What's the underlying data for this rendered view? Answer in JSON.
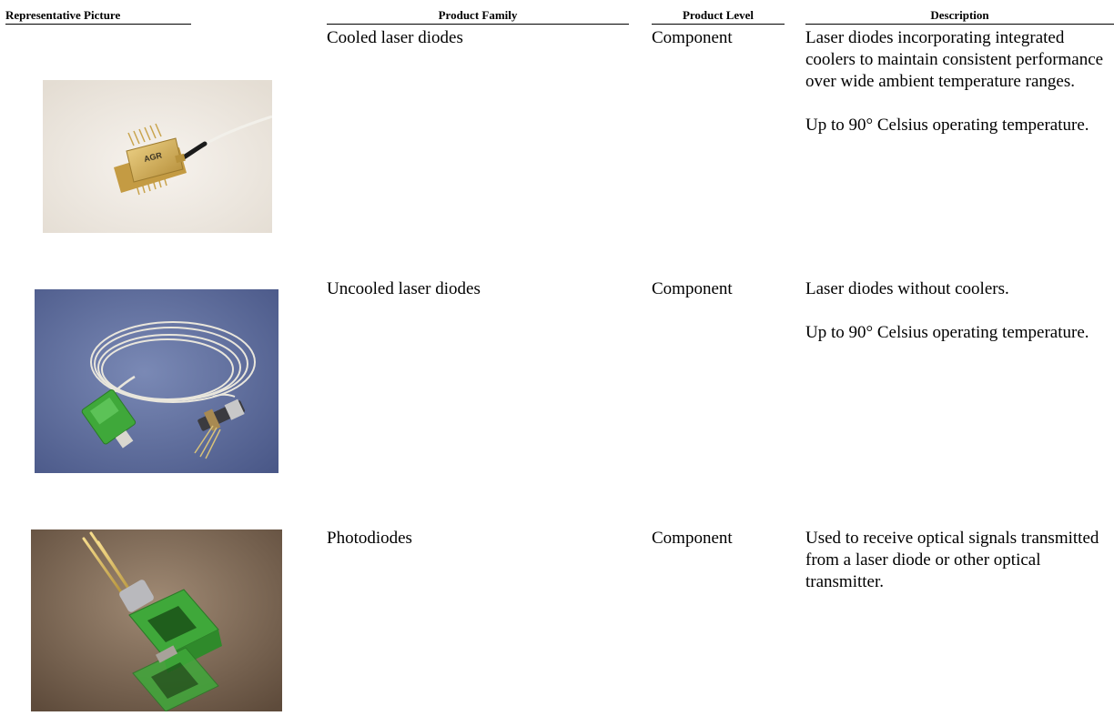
{
  "headers": {
    "picture": "Representative Picture",
    "family": "Product Family",
    "level": "Product Level",
    "description": "Description"
  },
  "rows": [
    {
      "family": "Cooled laser diodes",
      "level": "Component",
      "description": [
        "Laser diodes incorporating integrated coolers to maintain consistent performance over wide ambient temperature ranges.",
        "Up to 90° Celsius operating temperature."
      ],
      "picture_logo": "AGR"
    },
    {
      "family": "Uncooled laser diodes",
      "level": "Component",
      "description": [
        "Laser diodes without coolers.",
        "Up to 90° Celsius operating temperature."
      ]
    },
    {
      "family": "Photodiodes",
      "level": "Component",
      "description": [
        "Used to receive optical signals transmitted from a laser diode or other optical transmitter."
      ]
    }
  ],
  "colors": {
    "photo1_bg": "#efe9e2",
    "photo2_bg": "#5c6c9c",
    "photo3_bg": "#7a6552",
    "connector_green": "#3fa83a",
    "gold": "#d6b25a"
  }
}
